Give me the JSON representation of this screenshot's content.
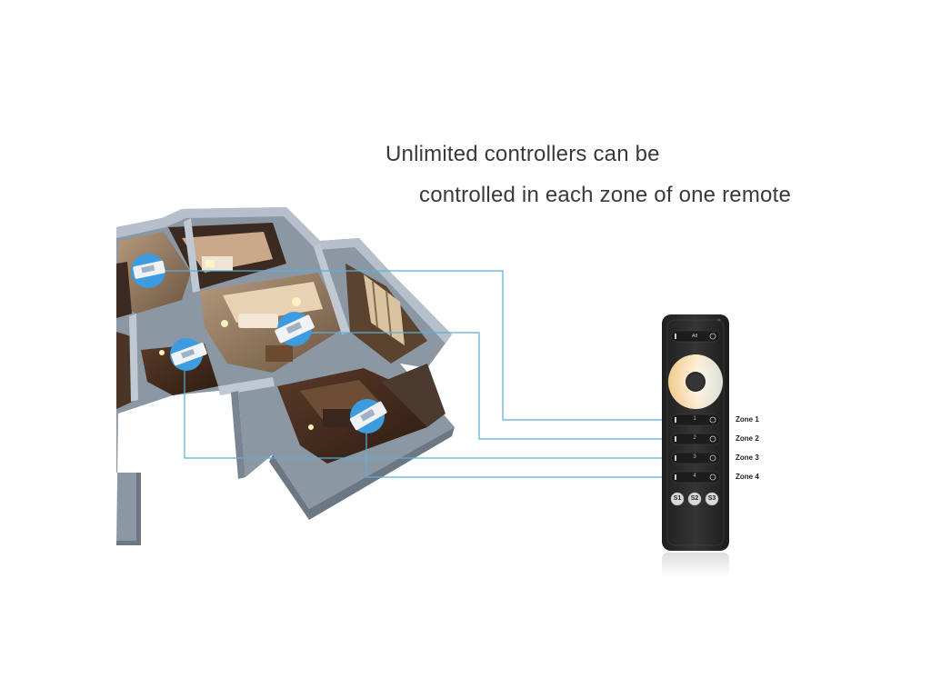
{
  "headline": {
    "line1": "Unlimited controllers can be",
    "line2": "controlled in each zone of one remote"
  },
  "remote": {
    "all_label": "All",
    "zones": [
      {
        "label": "Zone 1",
        "button": "1"
      },
      {
        "label": "Zone 2",
        "button": "2"
      },
      {
        "label": "Zone 3",
        "button": "3"
      },
      {
        "label": "Zone 4",
        "button": "4"
      }
    ],
    "scene_buttons": [
      "S1",
      "S2",
      "S3"
    ]
  },
  "colors": {
    "connector": "#5aaed9",
    "controller_badge": "#3d9be0",
    "remote_body": "#2a2a2a",
    "wall": "#8c97a4"
  }
}
